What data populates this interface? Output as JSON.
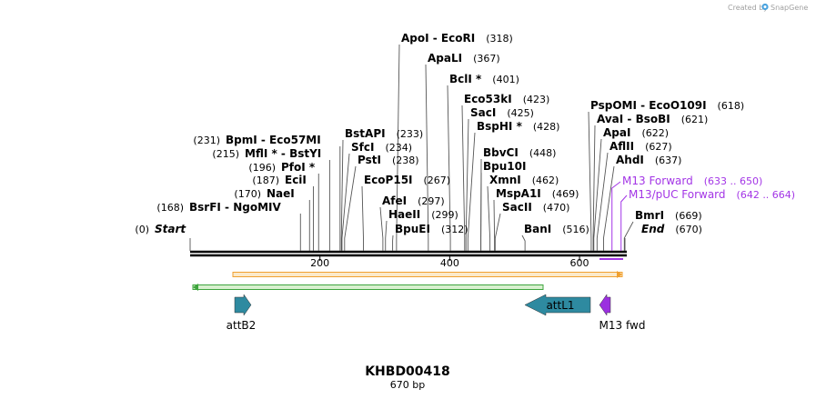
{
  "credit": {
    "text": "Created by",
    "brand": "SnapGene"
  },
  "map": {
    "name": "KHBD00418",
    "length_label": "670 bp",
    "length": 670
  },
  "axis": {
    "ticks": [
      {
        "pos": 200,
        "label": "200"
      },
      {
        "pos": 400,
        "label": "400"
      },
      {
        "pos": 600,
        "label": "600"
      }
    ]
  },
  "sites": [
    {
      "name": "Start",
      "pos": "(0)",
      "site": 0,
      "italic": true,
      "pos_left": true
    },
    {
      "name": "BsrFI  -  NgoMIV",
      "pos": "(168)",
      "site": 170,
      "pos_left": true
    },
    {
      "name": "NaeI",
      "pos": "(170)",
      "site": 184,
      "pos_left": true
    },
    {
      "name": "EciI",
      "pos": "(187)",
      "site": 190,
      "pos_left": true
    },
    {
      "name": "PfoI *",
      "pos": "(196)",
      "site": 198,
      "pos_left": true
    },
    {
      "name": "MflI *  -  BstYI",
      "pos": "(215)",
      "site": 215,
      "pos_left": true
    },
    {
      "name": "BpmI  -  Eco57MI",
      "pos": "(231)",
      "site": 231,
      "pos_left": true
    },
    {
      "name": "BstAPI",
      "pos": "(233)",
      "site": 233
    },
    {
      "name": "SfcI",
      "pos": "(234)",
      "site": 234
    },
    {
      "name": "PstI",
      "pos": "(238)",
      "site": 238
    },
    {
      "name": "EcoP15I",
      "pos": "(267)",
      "site": 267
    },
    {
      "name": "AfeI",
      "pos": "(297)",
      "site": 297
    },
    {
      "name": "HaeII",
      "pos": "(299)",
      "site": 301
    },
    {
      "name": "BpuEI",
      "pos": "(312)",
      "site": 312
    },
    {
      "name": "ApoI  -  EcoRI",
      "pos": "(318)",
      "site": 318
    },
    {
      "name": "ApaLI",
      "pos": "(367)",
      "site": 367
    },
    {
      "name": "BclI *",
      "pos": "(401)",
      "site": 401
    },
    {
      "name": "Eco53kI",
      "pos": "(423)",
      "site": 423
    },
    {
      "name": "SacI",
      "pos": "(425)",
      "site": 425
    },
    {
      "name": "BspHI *",
      "pos": "(428)",
      "site": 428
    },
    {
      "name": "BbvCI",
      "pos": "(448)",
      "site": 448
    },
    {
      "name": "Bpu10I",
      "pos": "(448)",
      "site": 448,
      "hide_pos": true
    },
    {
      "name": "XmnI",
      "pos": "(462)",
      "site": 462
    },
    {
      "name": "MspA1I",
      "pos": "(469)",
      "site": 469
    },
    {
      "name": "SacII",
      "pos": "(470)",
      "site": 470
    },
    {
      "name": "BanI",
      "pos": "(516)",
      "site": 516
    },
    {
      "name": "PspOMI  -  EcoO109I",
      "pos": "(618)",
      "site": 618
    },
    {
      "name": "AvaI  -  BsoBI",
      "pos": "(621)",
      "site": 621
    },
    {
      "name": "ApaI",
      "pos": "(622)",
      "site": 622
    },
    {
      "name": "AflII",
      "pos": "(627)",
      "site": 627
    },
    {
      "name": "AhdI",
      "pos": "(637)",
      "site": 637
    },
    {
      "name": "BmrI",
      "pos": "(669)",
      "site": 669
    },
    {
      "name": "End",
      "pos": "(670)",
      "site": 670,
      "italic": true
    }
  ],
  "primers": [
    {
      "name": "M13 Forward",
      "pos": "(633 .. 650)",
      "site": 650
    },
    {
      "name": "M13/pUC Forward",
      "pos": "(642 .. 664)",
      "site": 664
    }
  ],
  "features": [
    {
      "name": "attB2",
      "start": 70,
      "end": 88,
      "direction": "forward",
      "color": "#2e8aa0",
      "label_below": true
    },
    {
      "name": "attL1",
      "start": 520,
      "end": 620,
      "direction": "reverse",
      "color": "#2e8aa0",
      "label_inside": true
    },
    {
      "name": "M13 fwd",
      "start": 633,
      "end": 650,
      "direction": "reverse",
      "color": "#9b30e0",
      "label_below": true
    }
  ],
  "orfs": [
    {
      "start": 70,
      "end": 670,
      "direction": "forward",
      "color": "#f0a030",
      "fill": "#fbe9c9"
    },
    {
      "start": 0,
      "end": 545,
      "direction": "reverse",
      "color": "#3da43d",
      "fill": "#d8f0cf"
    }
  ],
  "colors": {
    "primer": "#a335e6",
    "backbone": "#000000"
  }
}
